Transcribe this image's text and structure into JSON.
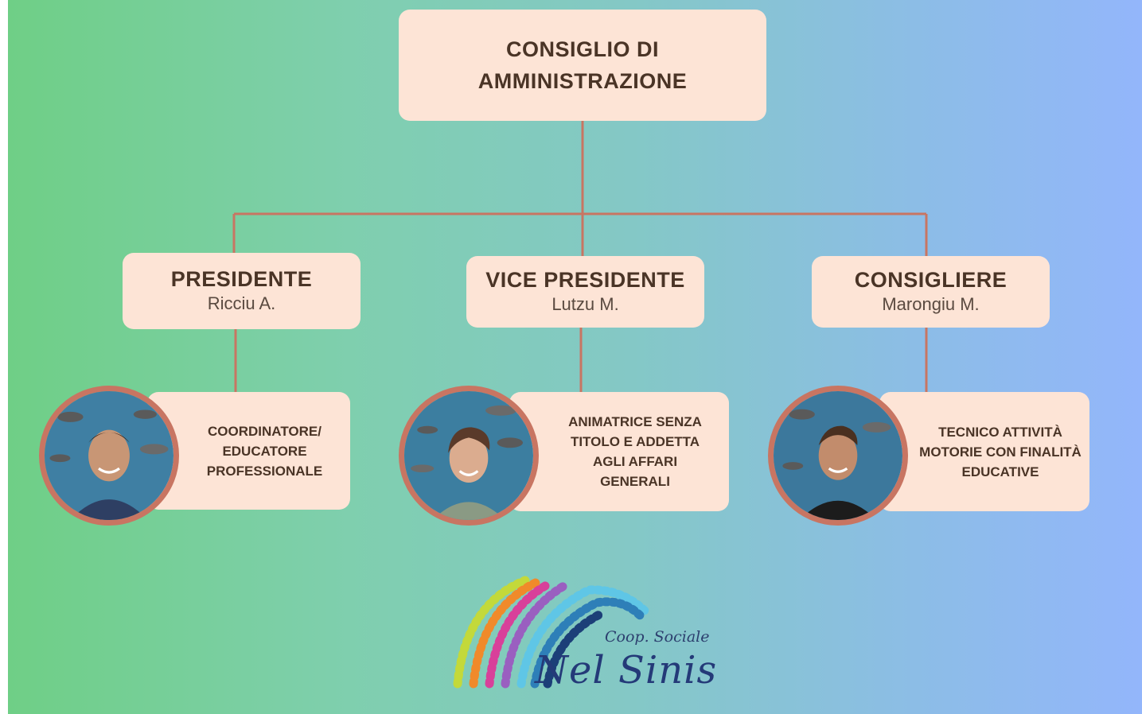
{
  "top": {
    "title": "CONSIGLIO DI AMMINISTRAZIONE"
  },
  "roles": [
    {
      "title": "PRESIDENTE",
      "name": "Ricciu A.",
      "description": "COORDINATORE/ EDUCATORE PROFESSIONALE"
    },
    {
      "title": "VICE PRESIDENTE",
      "name": "Lutzu M.",
      "description": "ANIMATRICE SENZA TITOLO E ADDETTA AGLI AFFARI GENERALI"
    },
    {
      "title": "CONSIGLIERE",
      "name": "Marongiu M.",
      "description": "TECNICO ATTIVITÀ MOTORIE CON FINALITÀ EDUCATIVE"
    }
  ],
  "logo": {
    "subtitle": "Coop. Sociale",
    "name": "Nel Sinis"
  },
  "colors": {
    "box": "#fde4d6",
    "line": "#c87562",
    "text": "#4a3426"
  }
}
